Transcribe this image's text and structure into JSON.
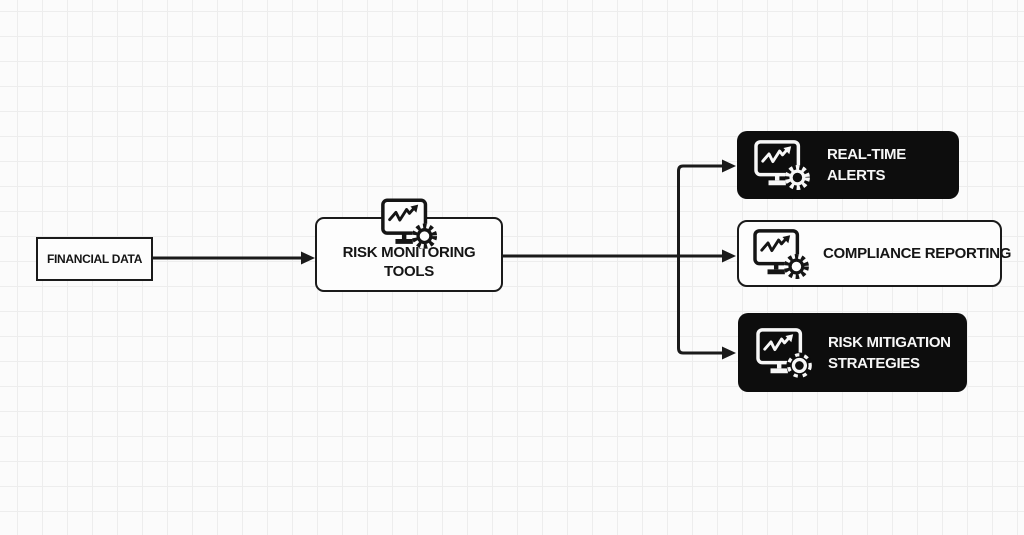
{
  "diagram": {
    "type": "flowchart",
    "colors": {
      "background": "#fbfbfb",
      "grid_line": "#ededed",
      "ink": "#1a1a1a",
      "dark_box_fill": "#0d0d0d",
      "light_box_fill": "#fdfdfd",
      "text_on_dark": "#f7f7f7"
    },
    "nodes": {
      "financial_data": {
        "label": "FINANCIAL DATA",
        "style": "light-rect"
      },
      "risk_monitoring_tools": {
        "line1": "RISK MONITORING",
        "line2": "TOOLS",
        "style": "light-rounded",
        "icon": "monitor-chart-gear-icon"
      },
      "real_time_alerts": {
        "line1": "REAL-TIME",
        "line2": "ALERTS",
        "style": "dark-rounded",
        "icon": "monitor-chart-gear-icon"
      },
      "compliance_reporting": {
        "label": "COMPLIANCE REPORTING",
        "style": "light-rounded",
        "icon": "monitor-chart-gear-icon"
      },
      "risk_mitigation_strategies": {
        "line1": "RISK MITIGATION",
        "line2": "STRATEGIES",
        "style": "dark-rounded",
        "icon": "monitor-chart-gear-dashed-icon"
      }
    },
    "edges": [
      {
        "from": "financial_data",
        "to": "risk_monitoring_tools",
        "arrow": "end"
      },
      {
        "from": "risk_monitoring_tools",
        "to": "real_time_alerts",
        "arrow": "end"
      },
      {
        "from": "risk_monitoring_tools",
        "to": "compliance_reporting",
        "arrow": "end"
      },
      {
        "from": "risk_monitoring_tools",
        "to": "risk_mitigation_strategies",
        "arrow": "end"
      }
    ]
  }
}
